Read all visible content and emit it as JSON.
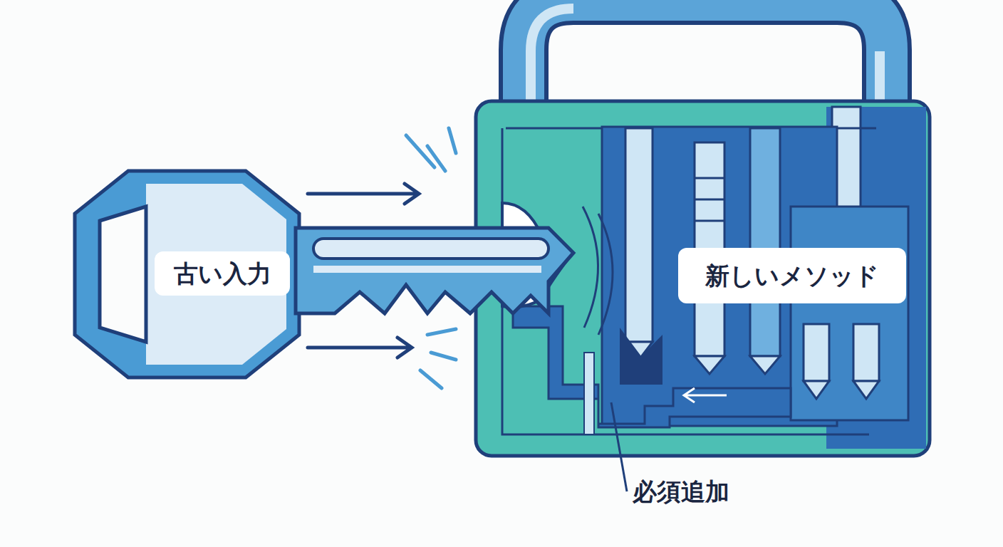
{
  "diagram": {
    "nodes": [
      {
        "text": [
          "古い入力"
        ]
      },
      {
        "text": [
          "新しいメソッド"
        ]
      }
    ],
    "labels": [
      "必須追加"
    ]
  }
}
